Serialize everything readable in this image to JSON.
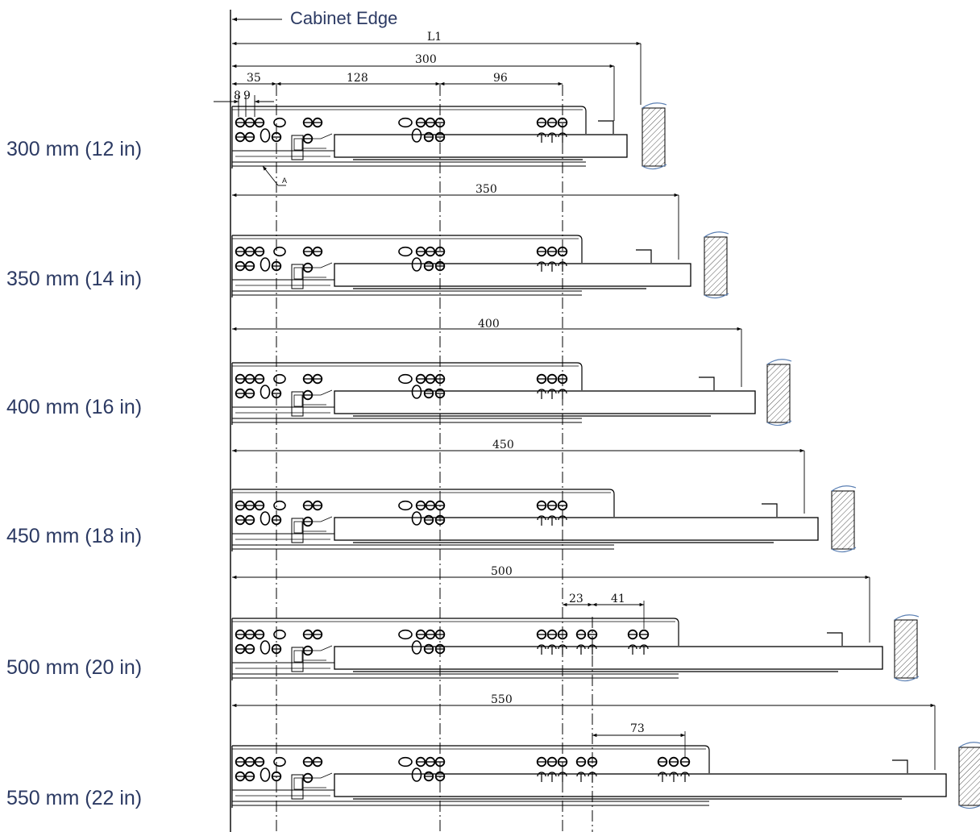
{
  "header": {
    "cabinet_edge": "Cabinet Edge",
    "l1": "L1"
  },
  "top_dims": {
    "d300": "300",
    "d35": "35",
    "d128": "128",
    "d96": "96",
    "d8": "8",
    "d9": "9",
    "a": "A"
  },
  "rows": [
    {
      "label": "300 mm (12 in)",
      "dim": "300"
    },
    {
      "label": "350 mm (14 in)",
      "dim": "350"
    },
    {
      "label": "400 mm (16 in)",
      "dim": "400"
    },
    {
      "label": "450 mm (18 in)",
      "dim": "450"
    },
    {
      "label": "500 mm (20 in)",
      "dim": "500",
      "extra": [
        "23",
        "41"
      ]
    },
    {
      "label": "550 mm (22 in)",
      "dim": "550",
      "extra": [
        "73"
      ]
    }
  ],
  "colors": {
    "label": "#2c3a63",
    "line": "#000000",
    "hatch": "#555555",
    "back_curve": "#5a7fb3"
  }
}
